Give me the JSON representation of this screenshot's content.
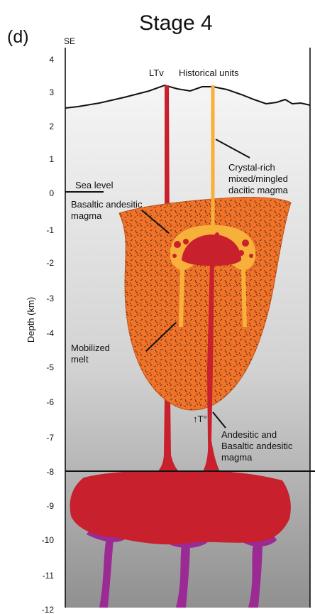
{
  "title": "Stage 4",
  "panel_label": "(d)",
  "direction_label": "SE",
  "y_axis": {
    "label": "Depth (km)",
    "ticks": [
      "4",
      "3",
      "2",
      "1",
      "0",
      "-1",
      "-2",
      "-3",
      "-4",
      "-5",
      "-6",
      "-7",
      "-8",
      "-9",
      "-10",
      "-11",
      "-12"
    ]
  },
  "annotations": {
    "ltv": "LTv",
    "historical_units": "Historical units",
    "crystal_rich_line1": "Crystal-rich",
    "crystal_rich_line2": "mixed/mingled",
    "crystal_rich_line3": "dacitic magma",
    "sea_level": "Sea level",
    "basaltic_line1": "Basaltic andesitic",
    "basaltic_line2": "magma",
    "mobilized_line1": "Mobilized",
    "mobilized_line2": "melt",
    "temperature_arrow": "↑T°",
    "andesitic_line1": "Andesitic and",
    "andesitic_line2": "Basaltic andesitic",
    "andesitic_line3": "magma"
  },
  "colors": {
    "chamber_orange": "#f0732a",
    "mush_yellow": "#f7b13a",
    "basalt_red": "#c8202c",
    "deep_purple": "#9b2a95",
    "outline": "#111111"
  }
}
